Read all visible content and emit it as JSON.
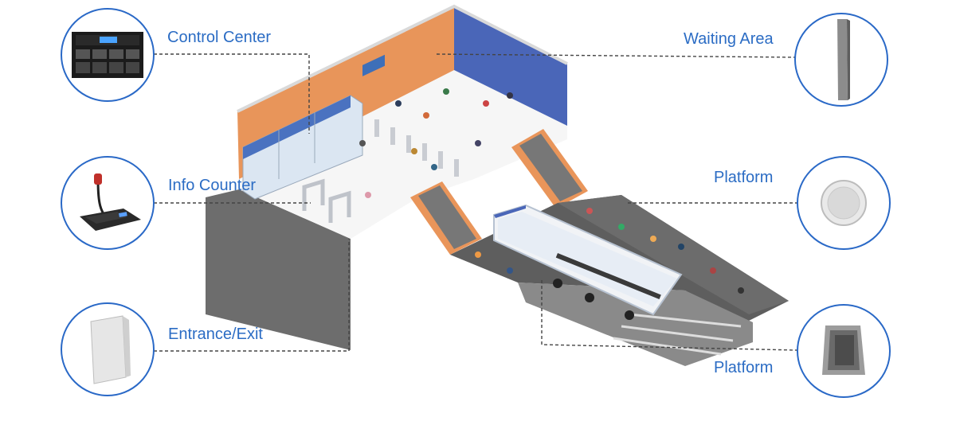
{
  "labels": {
    "control_center": "Control Center",
    "info_counter": "Info Counter",
    "entrance_exit": "Entrance/Exit",
    "waiting_area": "Waiting Area",
    "platform_upper": "Platform",
    "platform_lower": "Platform"
  },
  "devices": [
    {
      "zone": "Control Center",
      "icon": "rack-amplifier-icon"
    },
    {
      "zone": "Info Counter",
      "icon": "desktop-microphone-icon"
    },
    {
      "zone": "Entrance/Exit",
      "icon": "wall-speaker-icon"
    },
    {
      "zone": "Waiting Area",
      "icon": "column-speaker-icon"
    },
    {
      "zone": "Platform",
      "icon": "ceiling-speaker-icon"
    },
    {
      "zone": "Platform",
      "icon": "horn-box-speaker-icon"
    }
  ],
  "colors": {
    "accent": "#2b6cc4",
    "wall_orange": "#e8955a",
    "wall_blue": "#4a66b8",
    "floor_dark": "#6e6e6e",
    "platform_light": "#f4f4f4"
  }
}
